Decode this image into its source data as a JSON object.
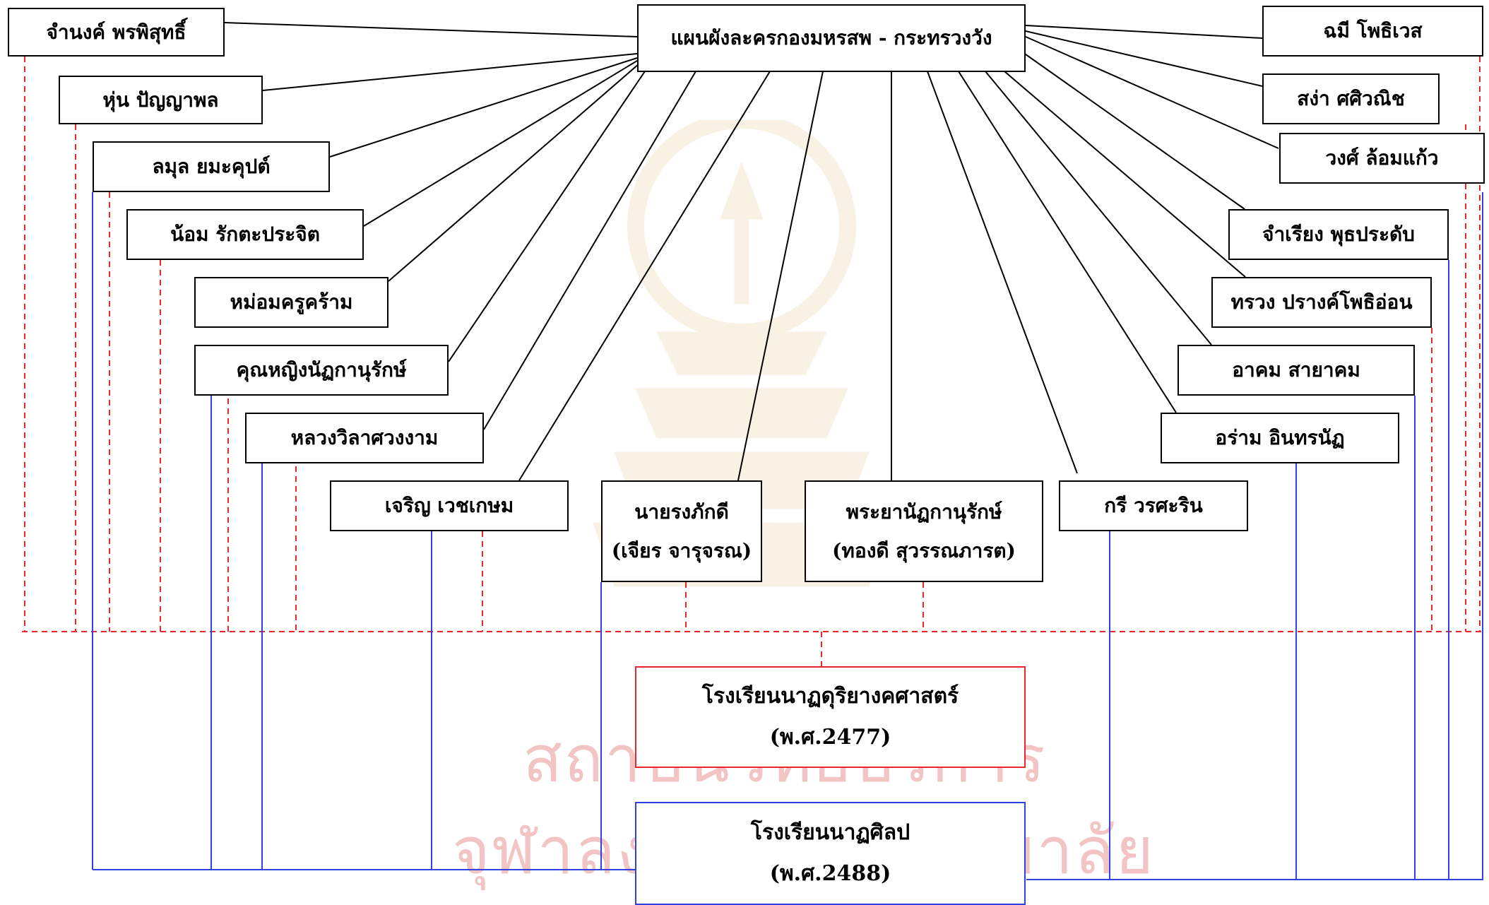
{
  "title": "แผนผังละครกองมหรสพ - กระทรวงวัง",
  "people": {
    "p1": "จำนงค์ พรพิสุทธิ์",
    "p2": "หุ่น ปัญญาพล",
    "p3": "ลมุล ยมะคุปต์",
    "p4": "น้อม รักตะประจิต",
    "p5": "หม่อมครูคร้าม",
    "p6": "คุณหญิงนัฏกานุรักษ์",
    "p7": "หลวงวิลาศวงงาม",
    "p8": "เจริญ เวชเกษม",
    "p9": [
      "นายรงภักดี",
      "(เจียร จารุจรณ)"
    ],
    "p10": [
      "พระยานัฏกานุรักษ์",
      "(ทองดี สุวรรณภารต)"
    ],
    "p11": "กรี วรศะริน",
    "p12": "อร่าม อินทรนัฏ",
    "p13": "อาคม สายาคม",
    "p14": "ทรวง ปรางค์โพธิอ่อน",
    "p15": "จำเรียง พุธประดับ",
    "p16": "วงศ์ ล้อมแก้ว",
    "p17": "สง่า ศศิวณิช",
    "p18": "ฉมี โพธิเวส"
  },
  "school1": {
    "name": "โรงเรียนนาฏดุริยางคศาสตร์",
    "year": "(พ.ศ.2477)"
  },
  "school2": {
    "name": "โรงเรียนนาฏศิลป",
    "year": "(พ.ศ.2488)"
  },
  "watermark": {
    "line1": "สถาบันวิทยบริการ",
    "line2": "จุฬาลงกรณ์มหาวิทยาลัย"
  },
  "colors": {
    "title_link": "#000000",
    "school1_link": "#e8262b",
    "school2_link": "#2f43e0"
  }
}
